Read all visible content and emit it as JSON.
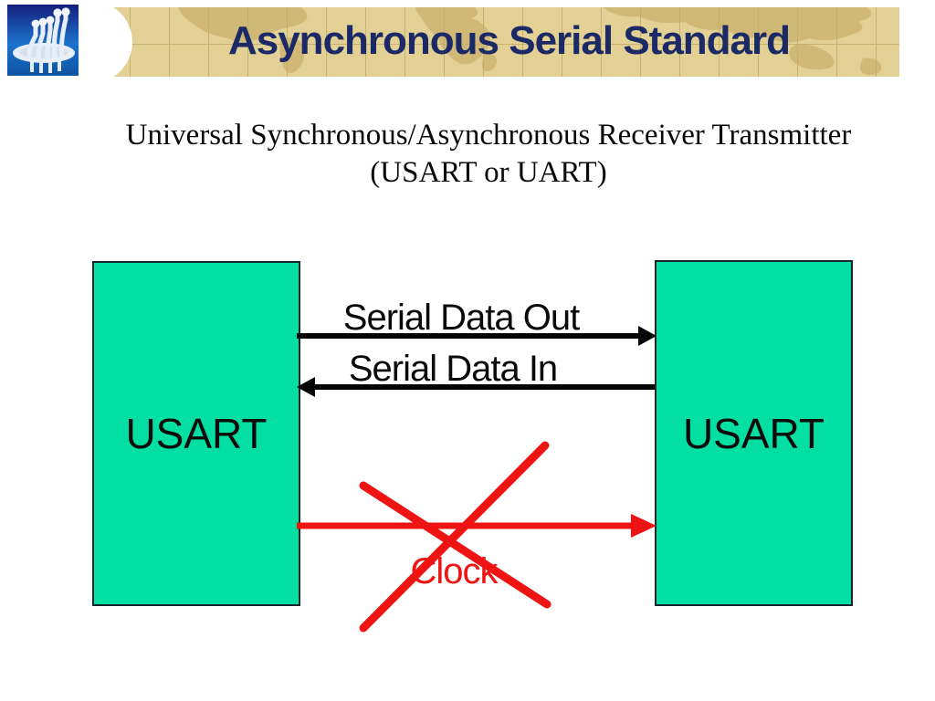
{
  "slide": {
    "title": "Asynchronous Serial Standard",
    "subtitle_line1": "Universal Synchronous/Asynchronous Receiver Transmitter",
    "subtitle_line2": "(USART or UART)"
  },
  "diagram": {
    "left_box_label": "USART",
    "right_box_label": "USART",
    "arrow_out_label": "Serial Data Out",
    "arrow_in_label": "Serial Data In",
    "clock_label": "Clock"
  },
  "icons": {
    "logo": "circuit-chip-logo",
    "banner_texture": "world-map-grid"
  },
  "colors": {
    "banner-bg": "#e2d094",
    "banner-grid": "#c6b171",
    "banner-map": "#c7ad69",
    "title-text": "#1b2a66",
    "box-green": "#03dfa2",
    "box-border": "#14242a",
    "arrow-black": "#050505",
    "arrow-red": "#ee1414",
    "body-text": "#0a0a0a"
  }
}
